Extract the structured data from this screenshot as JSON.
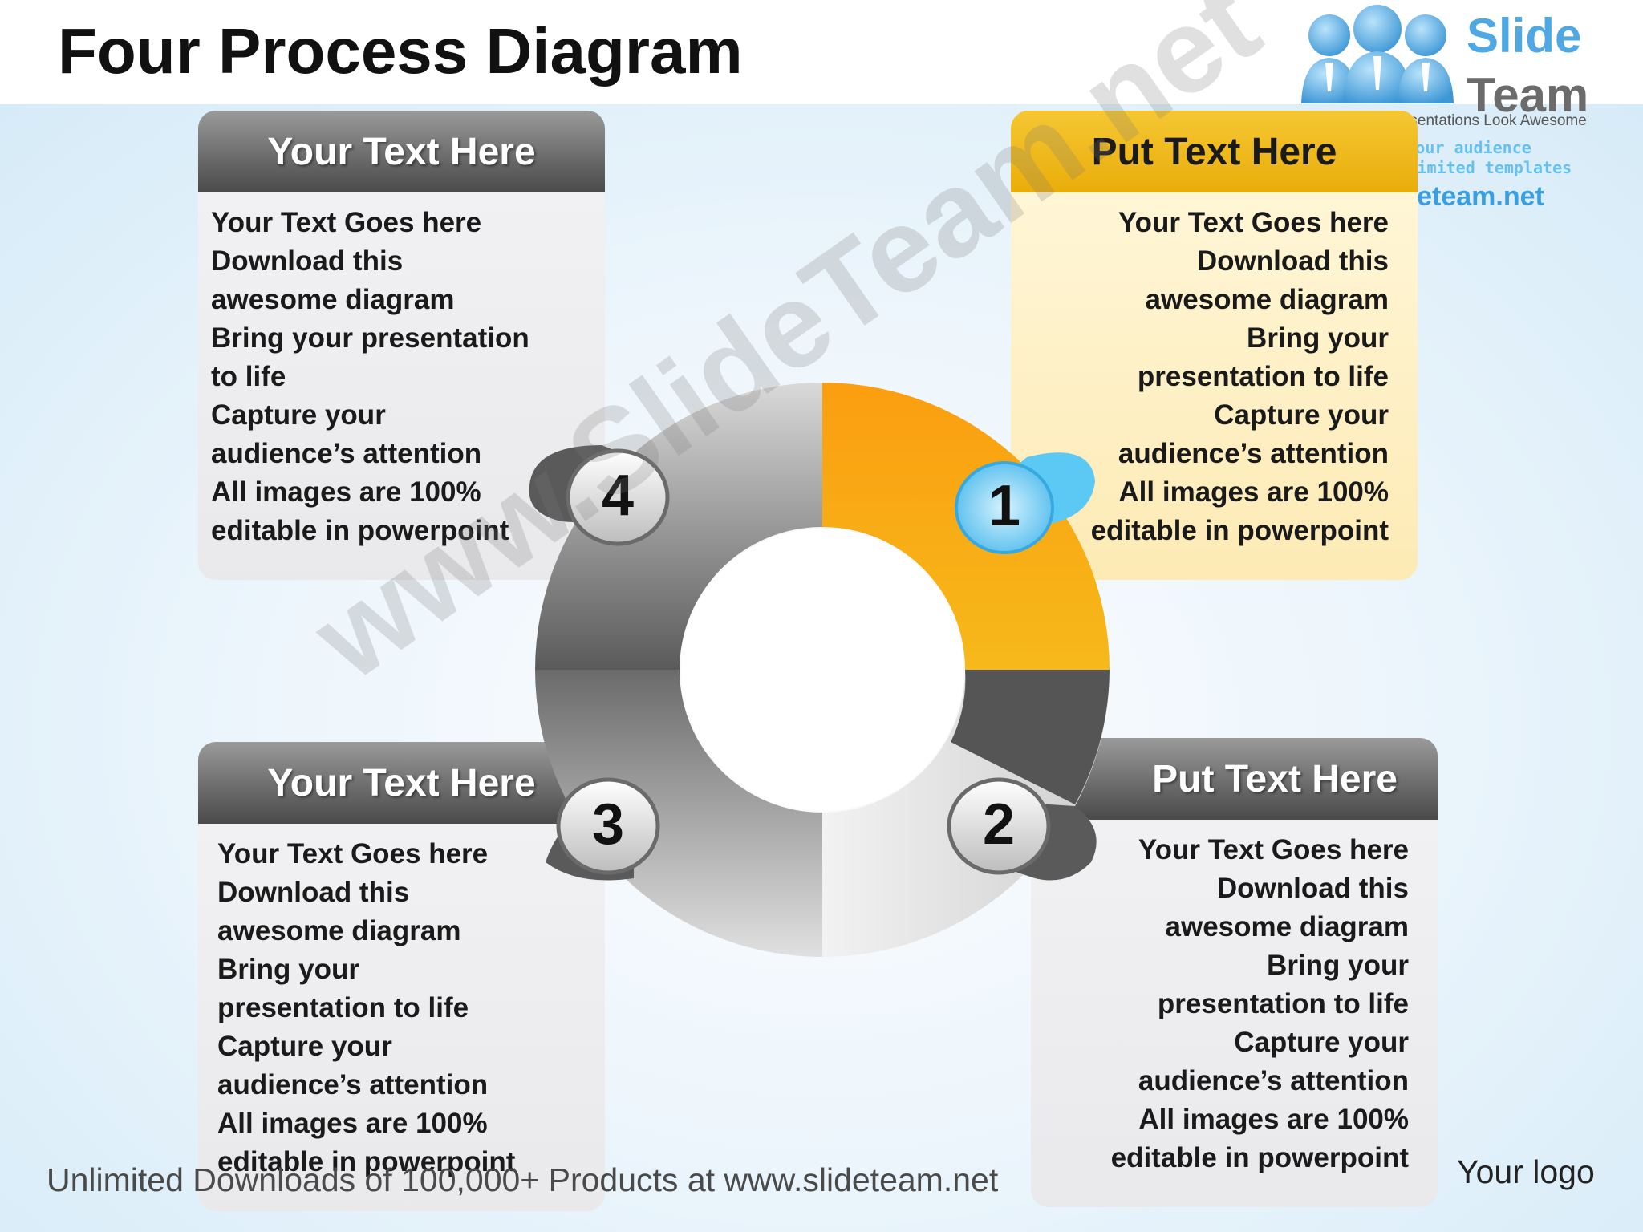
{
  "title": "Four Process Diagram",
  "logo": {
    "brand_line1": "Slide",
    "brand_line2": "Team",
    "tagline": "Making Your Presentations Look Awesome",
    "line2": "Amaze your audience",
    "line3": "Download unlimited templates",
    "url": "www.slideteam.net"
  },
  "boxes": {
    "top_left": {
      "heading": "Your Text Here",
      "lines": [
        "Your Text Goes here",
        "Download this",
        "awesome diagram",
        "Bring your presentation",
        "to life",
        "Capture your",
        "audience’s attention",
        "All images are 100%",
        "editable in powerpoint"
      ]
    },
    "top_right": {
      "heading": "Put Text Here",
      "lines": [
        "Your Text Goes here",
        "Download this",
        "awesome diagram",
        "Bring your",
        "presentation to life",
        "Capture your",
        "audience’s attention",
        "All images are 100%",
        "editable in powerpoint"
      ]
    },
    "bottom_left": {
      "heading": "Your Text Here",
      "lines": [
        "Your Text Goes here",
        "Download this",
        "awesome diagram",
        "Bring your",
        "presentation to life",
        "Capture your",
        "audience’s attention",
        "All images are 100%",
        "editable in powerpoint"
      ]
    },
    "bottom_right": {
      "heading": "Put Text Here",
      "lines": [
        "Your Text Goes here",
        "Download this",
        "awesome diagram",
        "Bring your",
        "presentation to life",
        "Capture your",
        "audience’s attention",
        "All images are 100%",
        "editable in powerpoint"
      ]
    }
  },
  "steps": {
    "s1": "1",
    "s2": "2",
    "s3": "3",
    "s4": "4"
  },
  "colors": {
    "accent_orange": "#f7a20c",
    "accent_blue": "#5cc9f5",
    "segment_gray_dark": "#5f5f5f",
    "segment_gray_light": "#d8d8d8"
  },
  "watermark": "www.SlideTeam.net",
  "footer": "Unlimited Downloads of 100,000+ Products at www.slideteam.net",
  "your_logo": "Your logo"
}
